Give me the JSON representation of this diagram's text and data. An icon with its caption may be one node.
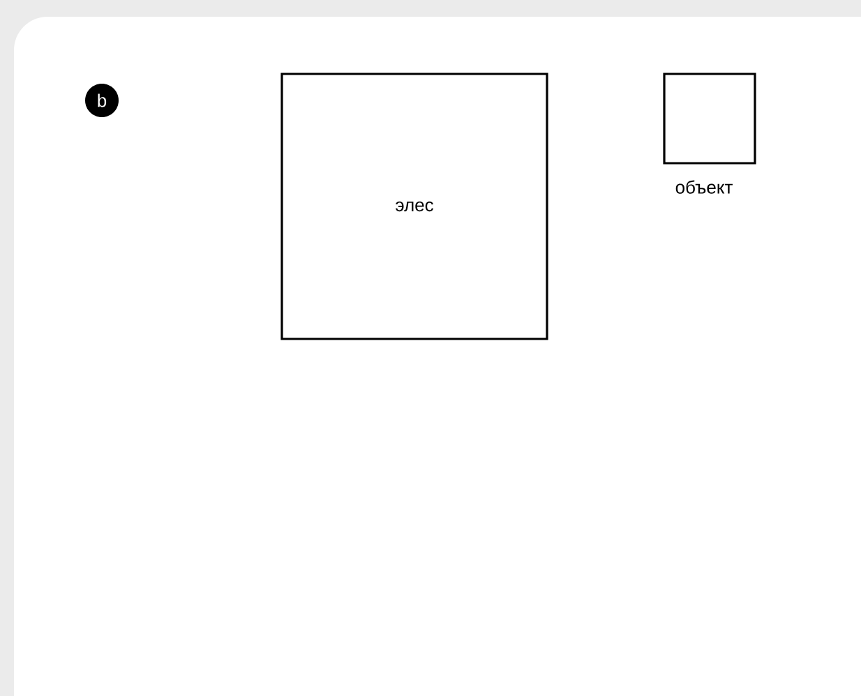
{
  "diagram": {
    "nodes": [
      {
        "text": [
          "элес"
        ]
      },
      {
        "text": [
          "объект"
        ]
      }
    ],
    "labels": [
      "b"
    ]
  }
}
